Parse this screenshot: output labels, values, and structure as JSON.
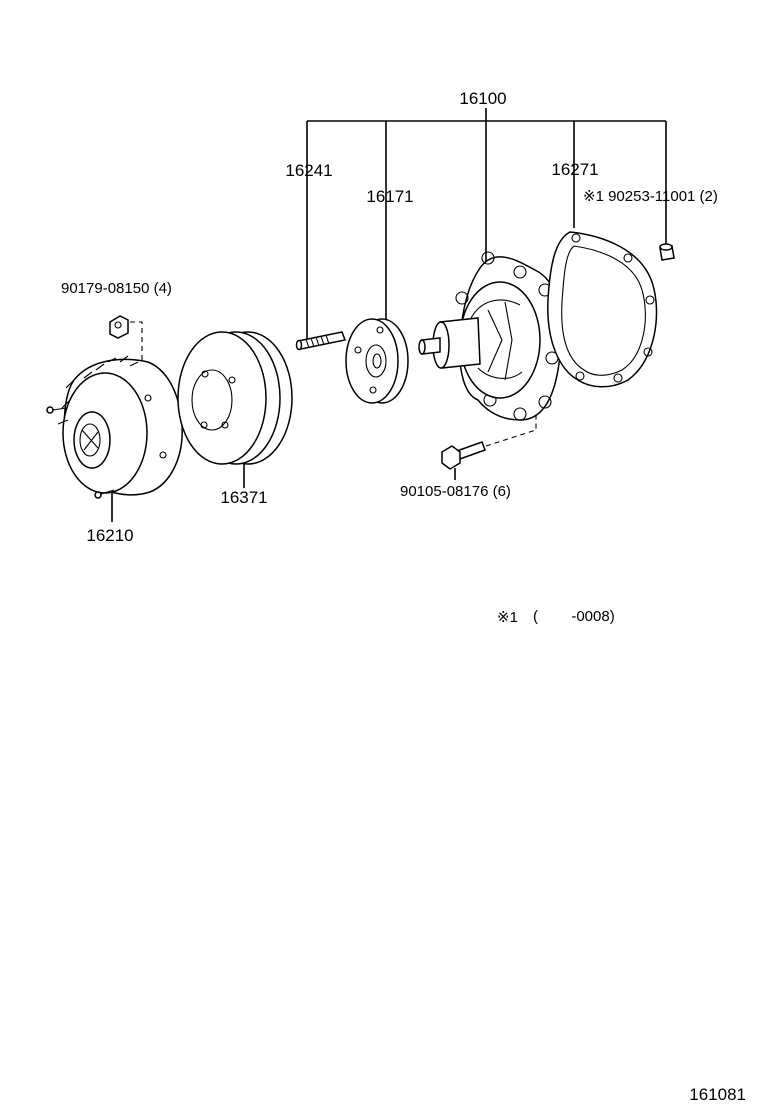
{
  "labels": {
    "assembly": "16100",
    "stud": "16241",
    "hub": "16171",
    "gasket": "16271",
    "plug_ref": "※1 90253-11001 (2)",
    "nut_ref": "90179-08150 (4)",
    "pulley": "16371",
    "bolt_ref": "90105-08176 (6)",
    "fan_coupling": "16210",
    "note_mark": "※1",
    "note_range": "(        -0008)",
    "diagram_id": "161081"
  }
}
